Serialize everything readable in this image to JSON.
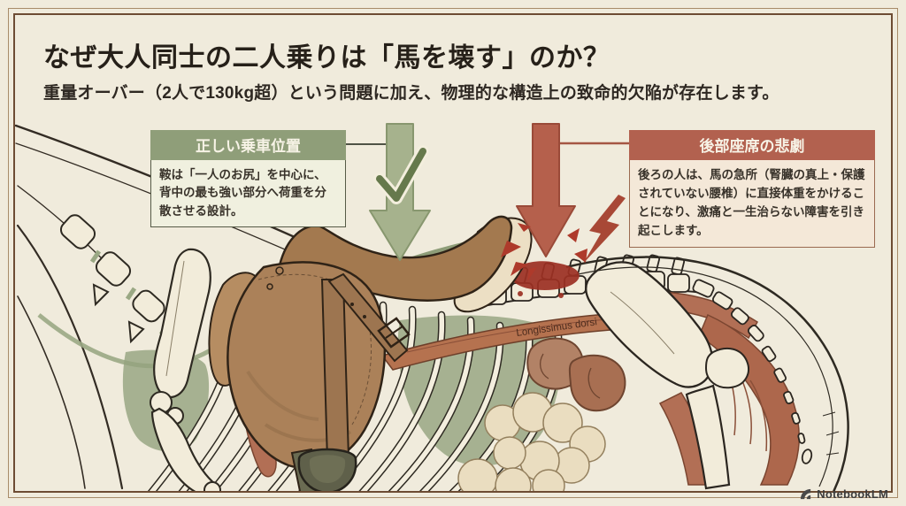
{
  "page": {
    "title": "なぜ大人同士の二人乗りは「馬を壊す」のか？",
    "subtitle": "重量オーバー（2人で130kg超）という問題に加え、物理的な構造上の致命的欠陥が存在します。"
  },
  "callouts": {
    "correct_position": {
      "header": "正しい乗車位置",
      "body": "鞍は「一人のお尻」を中心に、背中の最も強い部分へ荷重を分散させる設計。"
    },
    "rear_seat": {
      "header": "後部座席の悲劇",
      "body": "後ろの人は、馬の急所（腎臓の真上・保護されていない腰椎）に直接体重をかけることになり、激痛と一生治らない障害を引き起こします。"
    }
  },
  "illustration": {
    "muscle_label": "Longissimus dorsi"
  },
  "branding": {
    "logo": "NotebookLM"
  },
  "colors": {
    "background": "#f0ebdc",
    "frame": "#6d4c33",
    "green_header": "#8f9e79",
    "red_header": "#b2614f",
    "green_arrow": "#a6b28d",
    "red_arrow": "#b5604c",
    "bone": "#f2ecda",
    "saddle": "#ab8159",
    "muscle": "#b26f55"
  }
}
